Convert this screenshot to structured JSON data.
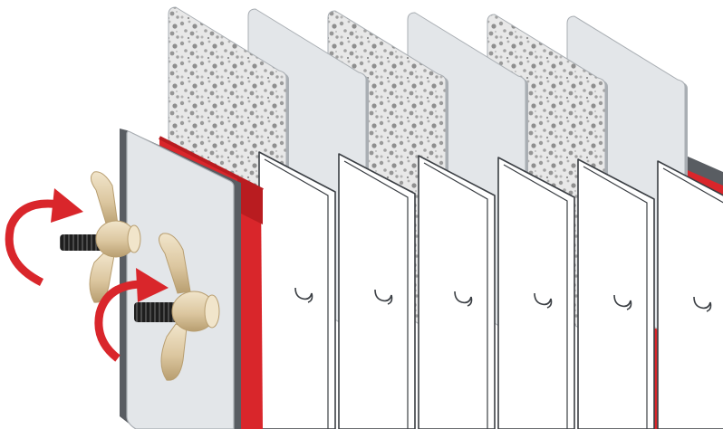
{
  "diagram": {
    "colors": {
      "red": "#d9262b",
      "red_dark": "#b91c20",
      "steel": "#595d62",
      "steel_light": "#8a8f95",
      "plate_face": "#e3e6e9",
      "plate_edge": "#a9aeb3",
      "frame_fill": "#ffffff",
      "frame_stroke": "#3b3f44",
      "filter_base": "#e8e8e8",
      "filter_spot": "#9a9a9a",
      "brass": "#dcc7a0",
      "brass_dark": "#b89e70",
      "thread": "#1e1e1e"
    },
    "icons": {
      "rotate_arrow": "rotate-clockwise-arrow-icon",
      "wing_nut": "wing-nut-icon",
      "threaded_rod": "threaded-rod-icon"
    },
    "components": {
      "end_plate_front": "end-plate-front",
      "end_plate_back": "end-plate-back",
      "filter_sheets": 3,
      "plain_plates": 3,
      "frames": 6,
      "wing_nuts": 2
    }
  }
}
